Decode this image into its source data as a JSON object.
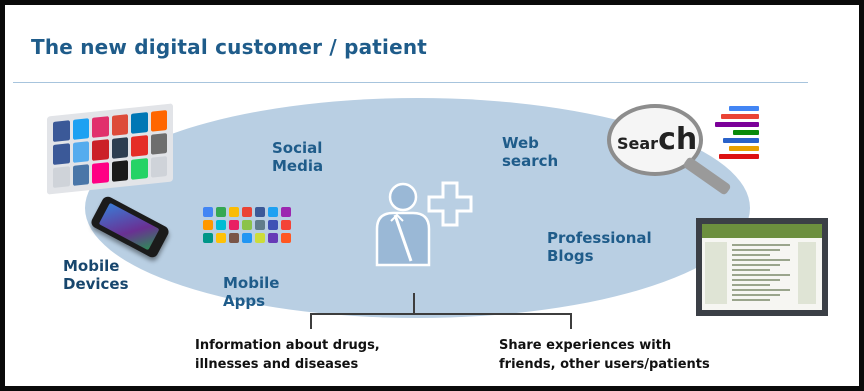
{
  "slide": {
    "title": "The new digital customer / patient"
  },
  "diagram": {
    "labels": {
      "social_media": "Social\nMedia",
      "web_search": "Web\nsearch",
      "professional_blogs": "Professional\nBlogs",
      "mobile_devices": "Mobile\nDevices",
      "mobile_apps": "Mobile\nApps"
    },
    "search_word": {
      "prefix": "Sear",
      "suffix": "ch"
    },
    "bottom": {
      "left_text": "Information about drugs,\nillnesses and diseases",
      "right_text": "Share experiences with\nfriends,  other users/patients"
    },
    "colors": {
      "title": "#1f5c8a",
      "ellipse_fill": "#b9cfe3",
      "person_fill": "#9ab8d6",
      "person_outline": "#ffffff",
      "border": "#0a0a0a"
    }
  }
}
